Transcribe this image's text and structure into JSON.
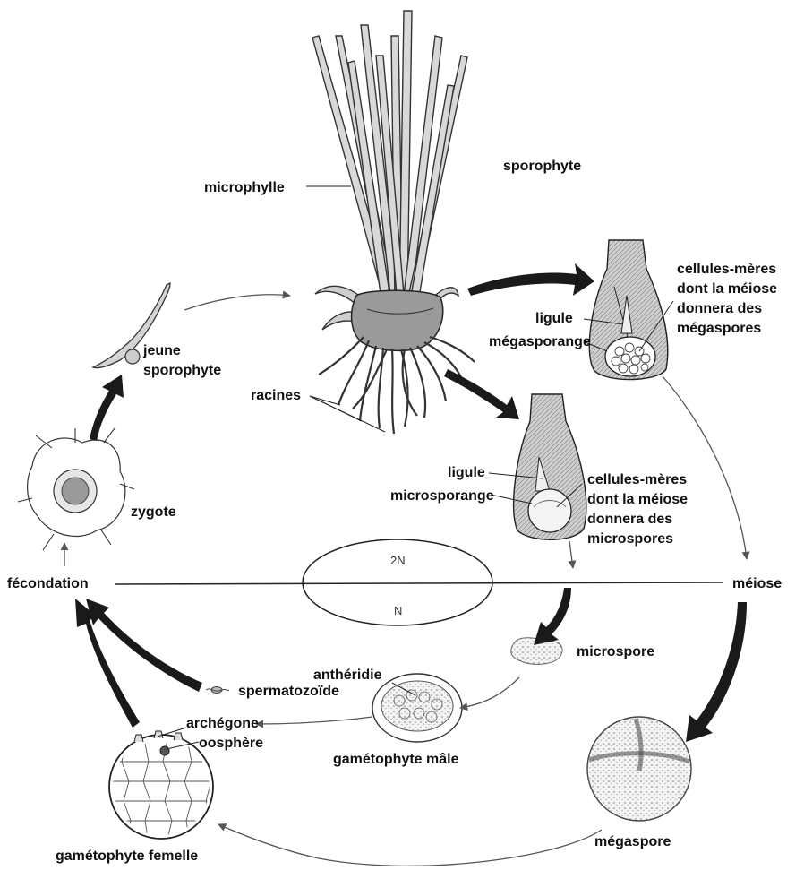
{
  "labels": {
    "sporophyte": "sporophyte",
    "microphylle": "microphylle",
    "racines": "racines",
    "ligule_top": "ligule",
    "megasporange": "mégasporange",
    "cellules_meres_mega_1": "cellules-mères",
    "cellules_meres_mega_2": "dont la méiose",
    "cellules_meres_mega_3": "donnera des",
    "cellules_meres_mega_4": "mégaspores",
    "ligule_mid": "ligule",
    "microsporange": "microsporange",
    "cellules_meres_micro_1": "cellules-mères",
    "cellules_meres_micro_2": "dont la méiose",
    "cellules_meres_micro_3": "donnera des",
    "cellules_meres_micro_4": "microspores",
    "jeune_1": "jeune",
    "jeune_2": "sporophyte",
    "zygote": "zygote",
    "fecondation": "fécondation",
    "meiose": "méiose",
    "ploidy_2n": "2N",
    "ploidy_n": "N",
    "microspore": "microspore",
    "antheridie": "anthéridie",
    "spermatozoide": "spermatozoïde",
    "archegone": "archégone",
    "oosphere": "oosphère",
    "gametophyte_male": "gamétophyte mâle",
    "megaspore": "mégaspore",
    "gametophyte_femelle": "gamétophyte femelle"
  },
  "colors": {
    "ink": "#111111",
    "leaf_fill": "#d8d8d8",
    "arrow_fill": "#1a1a1a"
  }
}
